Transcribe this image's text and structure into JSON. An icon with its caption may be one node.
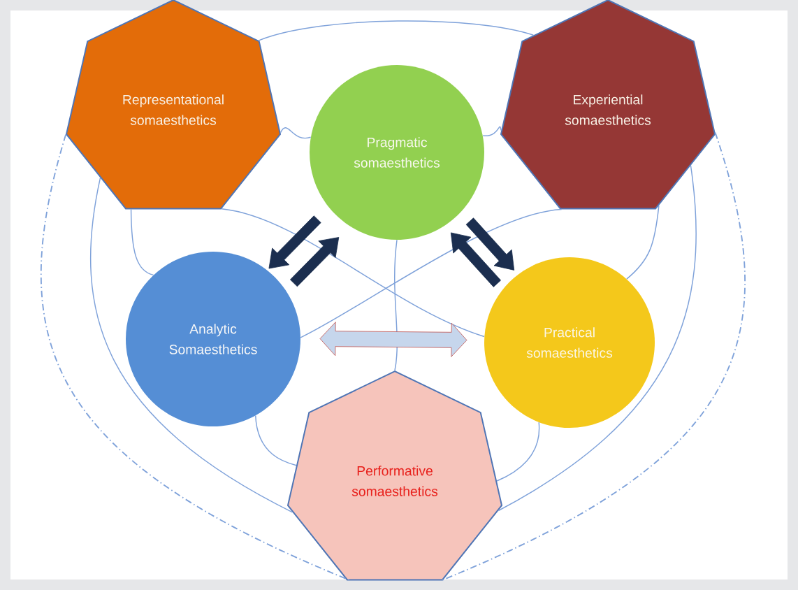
{
  "diagram": {
    "nodes": [
      {
        "text": [
          "Representational somaesthetics"
        ]
      },
      {
        "text": [
          "Experiential somaesthetics"
        ]
      },
      {
        "text": [
          "Pragmatic somaesthetics"
        ]
      },
      {
        "text": [
          "Analytic Somaesthetics"
        ]
      },
      {
        "text": [
          "Practical somaesthetics"
        ]
      },
      {
        "text": [
          "Performative somaesthetics"
        ]
      }
    ],
    "edges": [
      {
        "from": 0,
        "to": 1,
        "arrow": "none"
      },
      {
        "from": 0,
        "to": 2,
        "arrow": "none"
      },
      {
        "from": 2,
        "to": 1,
        "arrow": "none"
      },
      {
        "from": 0,
        "to": 3,
        "arrow": "none"
      },
      {
        "from": 0,
        "to": 4,
        "arrow": "none"
      },
      {
        "from": 1,
        "to": 3,
        "arrow": "none"
      },
      {
        "from": 1,
        "to": 4,
        "arrow": "none"
      },
      {
        "from": 2,
        "to": 5,
        "arrow": "none"
      },
      {
        "from": 3,
        "to": 5,
        "arrow": "none"
      },
      {
        "from": 4,
        "to": 5,
        "arrow": "none"
      },
      {
        "from": 0,
        "to": 5,
        "arrow": "none"
      },
      {
        "from": 1,
        "to": 5,
        "arrow": "none"
      },
      {
        "from": 0,
        "to": 5,
        "arrow": "none",
        "style": "dashed"
      },
      {
        "from": 1,
        "to": 5,
        "arrow": "none",
        "style": "dashed"
      },
      {
        "from": 2,
        "to": 3,
        "arrow": "to",
        "style": "thick",
        "color": "#1b2e4f"
      },
      {
        "from": 3,
        "to": 2,
        "arrow": "to",
        "style": "thick",
        "color": "#1b2e4f"
      },
      {
        "from": 4,
        "to": 2,
        "arrow": "to",
        "style": "thick",
        "color": "#1b2e4f"
      },
      {
        "from": 2,
        "to": 4,
        "arrow": "to",
        "style": "thick",
        "color": "#1b2e4f"
      },
      {
        "from": 3,
        "to": 4,
        "arrow": "both",
        "style": "thick",
        "color": "#c6d6ec"
      }
    ]
  }
}
